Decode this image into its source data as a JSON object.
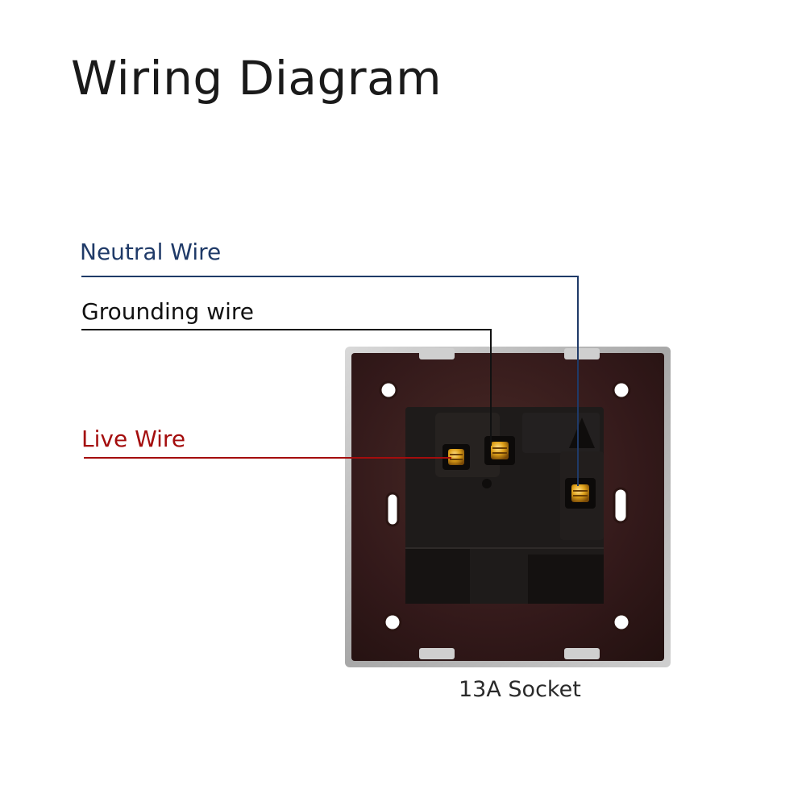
{
  "title": "Wiring Diagram",
  "labels": {
    "neutral": "Neutral Wire",
    "grounding": "Grounding wire",
    "live": "Live Wire"
  },
  "caption": "13A Socket",
  "colors": {
    "neutral": "#1f3a68",
    "grounding": "#111111",
    "live": "#a40d0d",
    "plate": "#3a1f1c",
    "frame": "#b9b9b9",
    "module": "#1e1b1a",
    "terminal": "#e0a21a"
  }
}
